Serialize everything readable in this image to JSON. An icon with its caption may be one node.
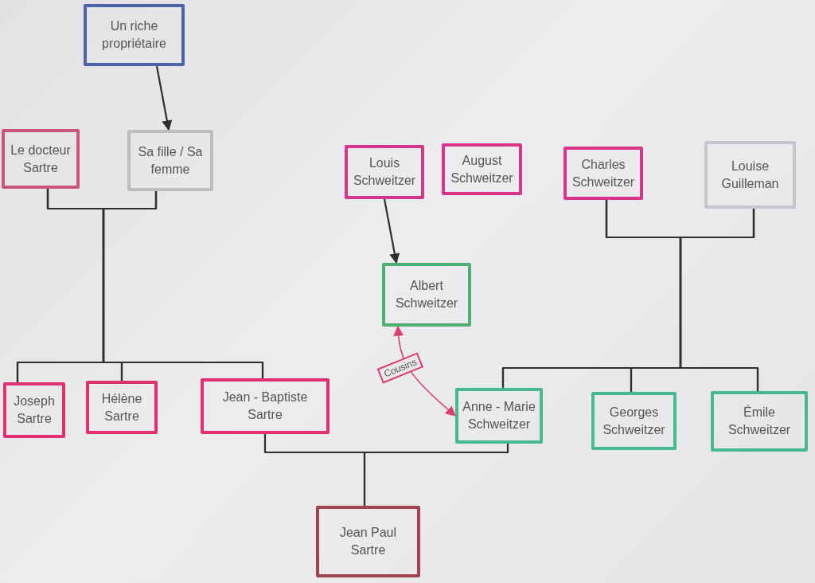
{
  "diagram": {
    "nodes": [
      {
        "text": [
          "Un riche propriétaire"
        ]
      },
      {
        "text": [
          "Le docteur Sartre"
        ]
      },
      {
        "text": [
          "Sa fille / Sa femme"
        ]
      },
      {
        "text": [
          "Louis Schweitzer"
        ]
      },
      {
        "text": [
          "August Schweitzer"
        ]
      },
      {
        "text": [
          "Charles Schweitzer"
        ]
      },
      {
        "text": [
          "Louise Guilleman"
        ]
      },
      {
        "text": [
          "Albert Schweitzer"
        ]
      },
      {
        "text": [
          "Joseph Sartre"
        ]
      },
      {
        "text": [
          "Hélène Sartre"
        ]
      },
      {
        "text": [
          "Jean - Baptiste Sartre"
        ]
      },
      {
        "text": [
          "Anne - Marie Schweitzer"
        ]
      },
      {
        "text": [
          "Georges Schweitzer"
        ]
      },
      {
        "text": [
          "Émile Schweitzer"
        ]
      },
      {
        "text": [
          "Jean Paul Sartre"
        ]
      }
    ],
    "edges": [
      {
        "from": 0,
        "to": 2,
        "arrow": "to"
      },
      {
        "from": 1,
        "to": 8,
        "arrow": "none"
      },
      {
        "from": 1,
        "to": 9,
        "arrow": "none"
      },
      {
        "from": 1,
        "to": 10,
        "arrow": "none"
      },
      {
        "from": 2,
        "to": 8,
        "arrow": "none"
      },
      {
        "from": 2,
        "to": 9,
        "arrow": "none"
      },
      {
        "from": 2,
        "to": 10,
        "arrow": "none"
      },
      {
        "from": 3,
        "to": 7,
        "arrow": "to"
      },
      {
        "from": 5,
        "to": 11,
        "arrow": "none"
      },
      {
        "from": 5,
        "to": 12,
        "arrow": "none"
      },
      {
        "from": 5,
        "to": 13,
        "arrow": "none"
      },
      {
        "from": 6,
        "to": 11,
        "arrow": "none"
      },
      {
        "from": 6,
        "to": 12,
        "arrow": "none"
      },
      {
        "from": 6,
        "to": 13,
        "arrow": "none"
      },
      {
        "from": 7,
        "to": 11,
        "arrow": "both",
        "label": "Cousins",
        "color": "#d9406e"
      },
      {
        "from": 10,
        "to": 14,
        "arrow": "none"
      },
      {
        "from": 11,
        "to": 14,
        "arrow": "none"
      }
    ]
  }
}
